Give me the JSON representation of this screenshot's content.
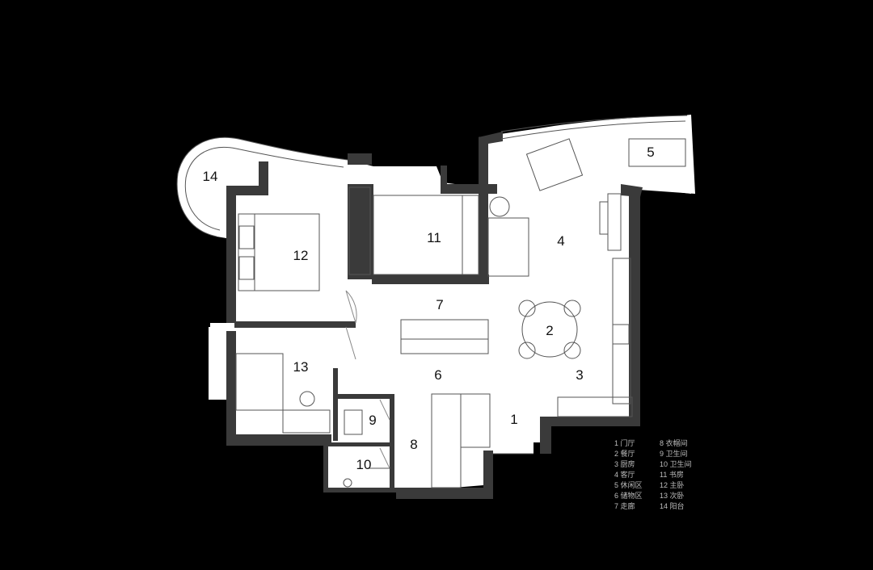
{
  "rooms": [
    {
      "id": "1",
      "label": "1"
    },
    {
      "id": "2",
      "label": "2"
    },
    {
      "id": "3",
      "label": "3"
    },
    {
      "id": "4",
      "label": "4"
    },
    {
      "id": "5",
      "label": "5"
    },
    {
      "id": "6",
      "label": "6"
    },
    {
      "id": "7",
      "label": "7"
    },
    {
      "id": "8",
      "label": "8"
    },
    {
      "id": "9",
      "label": "9"
    },
    {
      "id": "10",
      "label": "10"
    },
    {
      "id": "11",
      "label": "11"
    },
    {
      "id": "12",
      "label": "12"
    },
    {
      "id": "13",
      "label": "13"
    },
    {
      "id": "14",
      "label": "14"
    }
  ],
  "legend": {
    "col1": [
      "1 门厅",
      "2 餐厅",
      "3 厨房",
      "4 客厅",
      "5 休闲区",
      "6 储物区",
      "7 走廊"
    ],
    "col2": [
      "8 衣帽间",
      "9 卫生间",
      "10 卫生间",
      "11 书房",
      "12 主卧",
      "13 次卧",
      "14 阳台"
    ]
  },
  "colors": {
    "background": "#000000",
    "floor": "#ffffff",
    "wall": "#3a3a3a",
    "line": "#555555"
  }
}
